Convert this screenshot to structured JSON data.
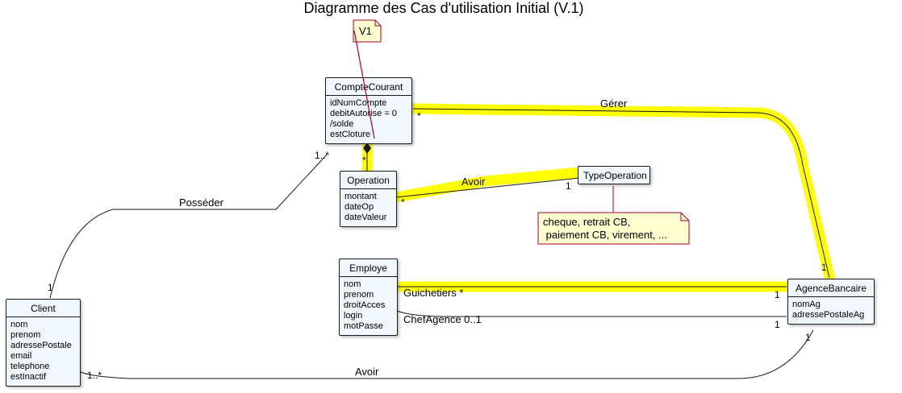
{
  "diagram": {
    "title": "Diagramme des Cas d'utilisation Initial (V.1)"
  },
  "classes": {
    "compte_courant": {
      "name": "CompteCourant",
      "attributes": [
        "idNumCompte",
        "debitAutorise = 0",
        "/solde",
        "estCloture"
      ]
    },
    "operation": {
      "name": "Operation",
      "attributes": [
        "montant",
        "dateOp",
        "dateValeur"
      ]
    },
    "type_operation": {
      "name": "TypeOperation",
      "attributes": []
    },
    "employe": {
      "name": "Employe",
      "attributes": [
        "nom",
        "prenom",
        "droitAcces",
        "login",
        "motPasse"
      ]
    },
    "agence_bancaire": {
      "name": "AgenceBancaire",
      "attributes": [
        "nomAg",
        "adressePostaleAg"
      ]
    },
    "client": {
      "name": "Client",
      "attributes": [
        "nom",
        "prenom",
        "adressePostale",
        "email",
        "telephone",
        "estInactif"
      ]
    }
  },
  "notes": {
    "v1": "V1",
    "type_operation_note": [
      "cheque, retrait CB,",
      " paiement CB, virement, ..."
    ]
  },
  "associations": {
    "gerer": {
      "label": "Gérer",
      "mult_compte": "*",
      "mult_agence": "1"
    },
    "posseder": {
      "label": "Posséder",
      "mult_client": "1",
      "mult_compte": "1..*"
    },
    "composition": {
      "mult_operation": "*"
    },
    "avoir_type": {
      "label": "Avoir",
      "mult_operation": "*",
      "mult_type": "1"
    },
    "guichetiers": {
      "label": "Guichetiers *",
      "mult_agence": "1"
    },
    "chef_agence": {
      "label": "ChefAgence 0..1",
      "mult_agence": "1"
    },
    "avoir_client": {
      "label": "Avoir",
      "mult_client": "1..*",
      "mult_agence": "1"
    }
  },
  "colors": {
    "class_fill": "#f1f8fd",
    "border": "#181818",
    "highlight": "#ffff00",
    "note_fill": "#fefece",
    "note_border": "#a80036",
    "red_line": "#a80036"
  }
}
